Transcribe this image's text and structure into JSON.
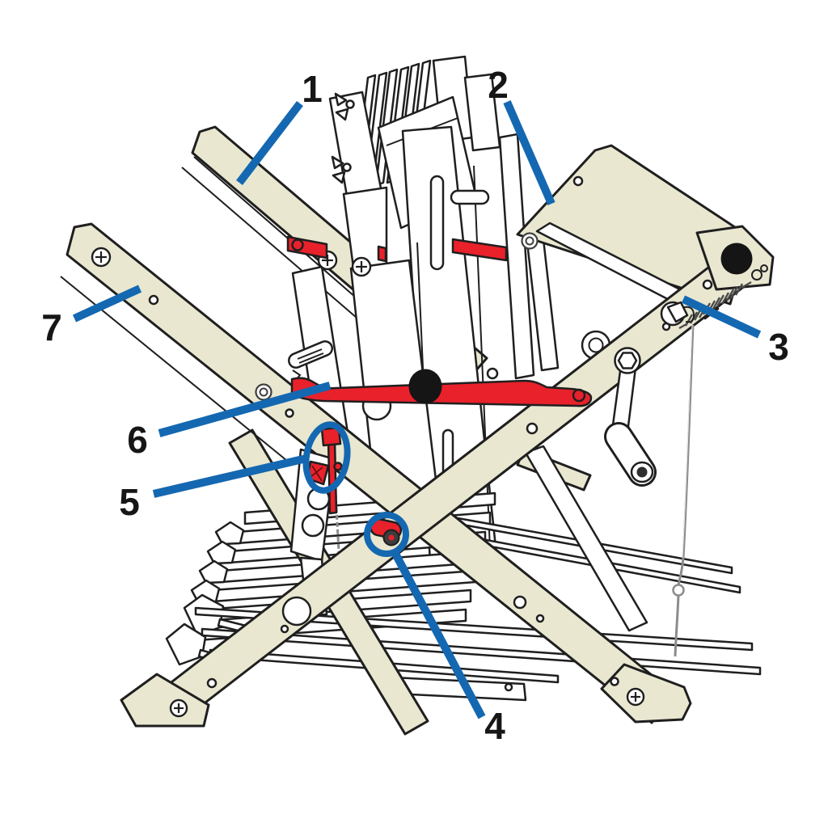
{
  "colors": {
    "outline": "#1f1f1f",
    "wood": "#e9e7d0",
    "red": "#e8212b",
    "blue": "#1468b1",
    "label": "#161616"
  },
  "callouts": [
    {
      "label": "1"
    },
    {
      "label": "2"
    },
    {
      "label": "3"
    },
    {
      "label": "4"
    },
    {
      "label": "5"
    },
    {
      "label": "6"
    },
    {
      "label": "7"
    }
  ]
}
